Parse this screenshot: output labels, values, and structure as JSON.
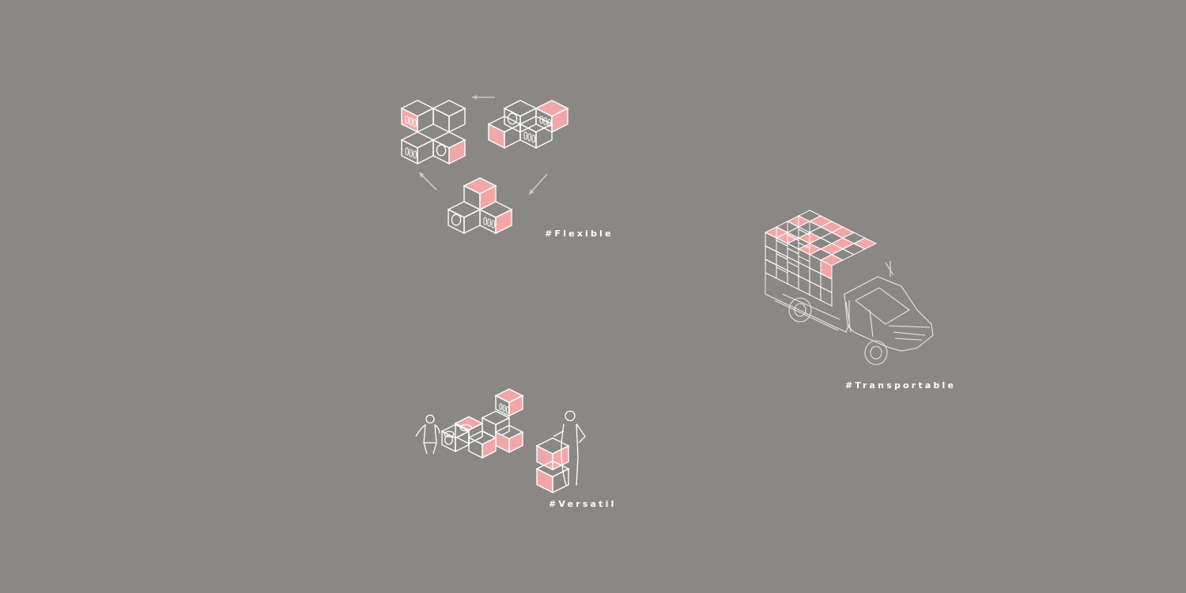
{
  "labels": {
    "flexible": "#Flexible",
    "transportable": "#Transportable",
    "versatil": "#Versatil"
  },
  "colors": {
    "background": "#8a8884",
    "module_fill": "#f2a7a7",
    "line": "#ffffff",
    "arrow": "#c9c7c4",
    "truck_line": "#e8e6e3"
  },
  "icons": [
    "cube-module-icon",
    "arrow-icon",
    "truck-icon",
    "person-icon"
  ]
}
